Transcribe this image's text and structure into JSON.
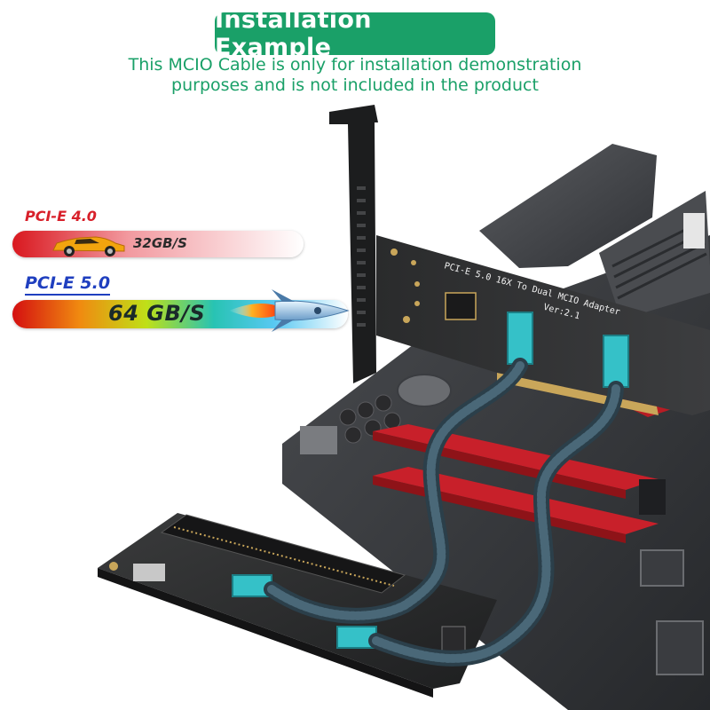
{
  "header": {
    "title": "Installation Example",
    "subtitle_line1": "This MCIO Cable is only for installation demonstration",
    "subtitle_line2": "purposes and is not included in the product"
  },
  "speed_compare": {
    "gen4_label": "PCI-E 4.0",
    "gen4_speed": "32GB/S",
    "gen5_label": "PCI-E 5.0",
    "gen5_speed": "64 GB/S"
  },
  "adapter_card": {
    "line1": "PCI-E 5.0 16X To Dual MCIO Adapter",
    "line2": "Ver:2.1"
  },
  "colors": {
    "accent_green": "#1aa068",
    "gen4_red": "#d8202a",
    "gen5_blue": "#1f3fbf",
    "slot_red": "#c8202a",
    "connector_teal": "#35c1c8"
  },
  "icons": {
    "gen4_icon": "sports-car-icon",
    "gen5_icon": "rocket-icon"
  }
}
